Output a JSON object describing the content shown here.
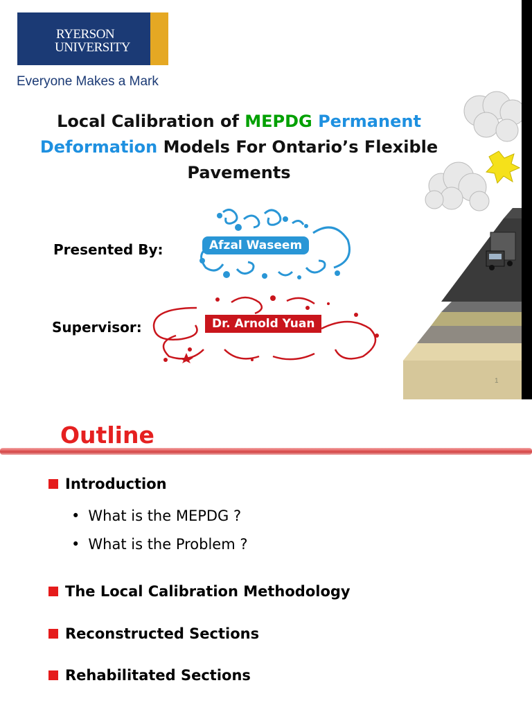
{
  "slide1": {
    "logo": {
      "line1": "RYERSON",
      "line2": "UNIVERSITY",
      "brand_blue": "#1b3a75",
      "brand_gold": "#e5a823"
    },
    "tagline": "Everyone Makes a Mark",
    "title": {
      "part1": "Local Calibration of ",
      "part2_green": "MEPDG",
      "part3_blue": " Permanent Deformation",
      "part4": " Models For Ontario’s Flexible Pavements"
    },
    "presented_by_label": "Presented By:",
    "presenter_name": "Afzal Waseem",
    "supervisor_label": "Supervisor:",
    "supervisor_name": "Dr. Arnold Yuan",
    "slide_number": "1"
  },
  "slide2": {
    "heading": "Outline",
    "items": [
      {
        "label": "Introduction"
      },
      {
        "label": "The Local Calibration Methodology"
      },
      {
        "label": "Reconstructed Sections"
      },
      {
        "label": "Rehabilitated Sections"
      }
    ],
    "sub_items": [
      {
        "label": "What is the MEPDG ?"
      },
      {
        "label": "What is the Problem ?"
      }
    ],
    "accent_color": "#e51b1b"
  }
}
